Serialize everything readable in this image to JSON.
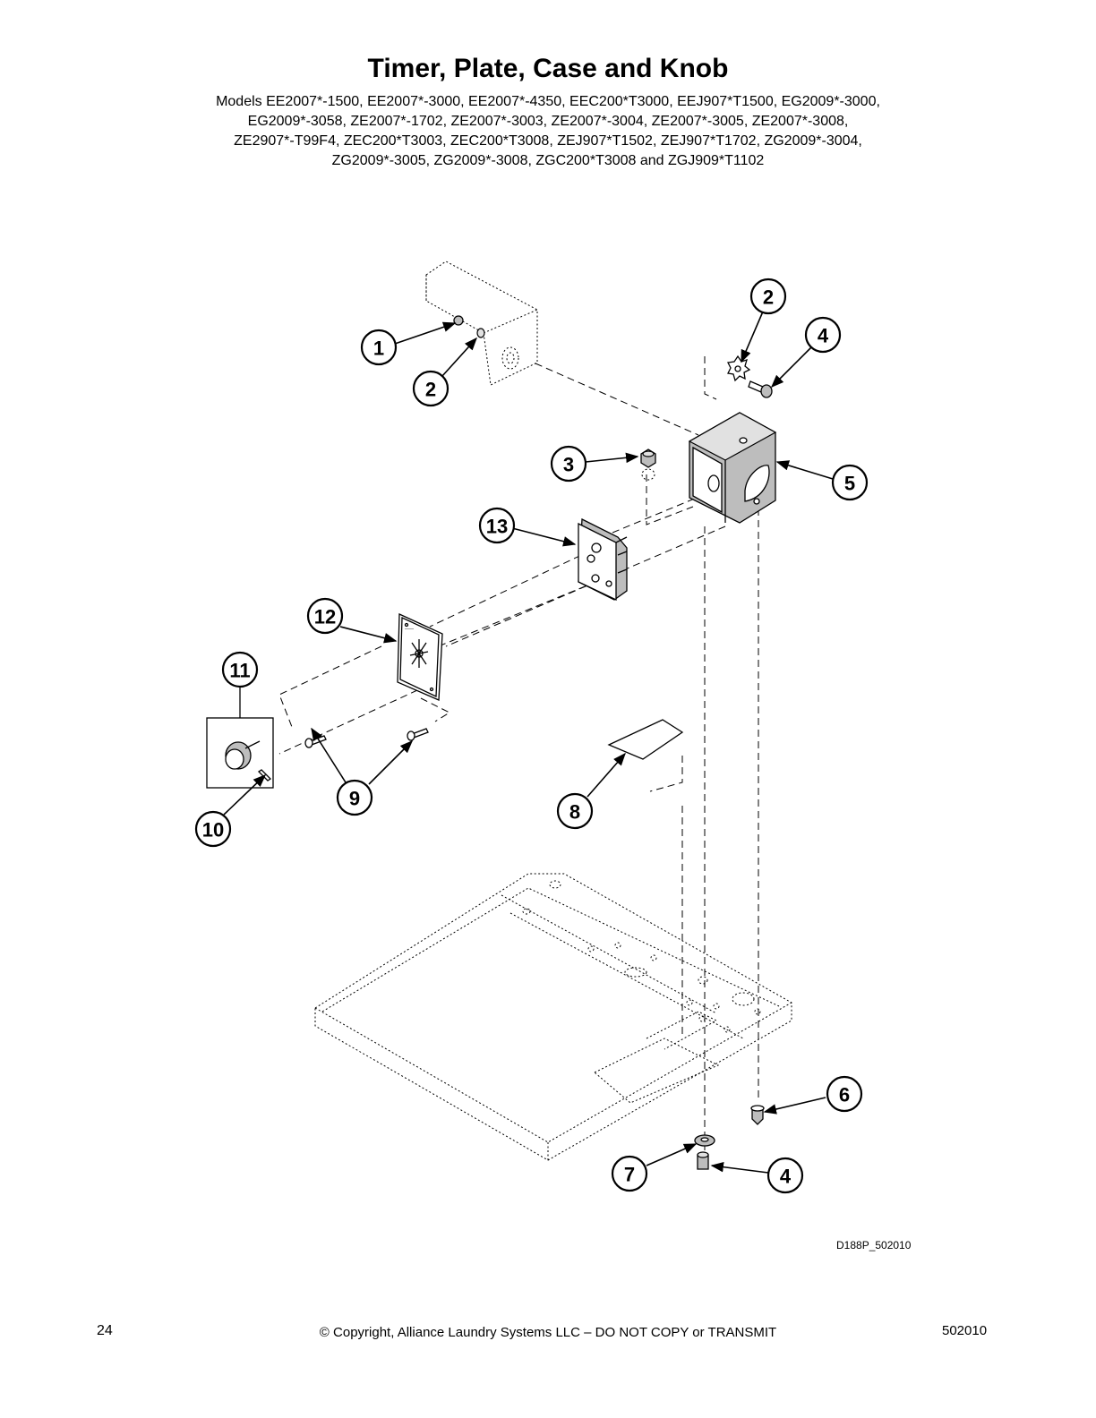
{
  "header": {
    "title": "Timer, Plate, Case and Knob",
    "models_lines": [
      "Models EE2007*-1500, EE2007*-3000, EE2007*-4350, EEC200*T3000, EEJ907*T1500, EG2009*-3000,",
      "EG2009*-3058, ZE2007*-1702, ZE2007*-3003, ZE2007*-3004, ZE2007*-3005, ZE2007*-3008,",
      "ZE2907*-T99F4, ZEC200*T3003, ZEC200*T3008, ZEJ907*T1502, ZEJ907*T1702, ZG2009*-3004,",
      "ZG2009*-3005, ZG2009*-3008, ZGC200*T3008 and ZGJ909*T1102"
    ]
  },
  "diagram": {
    "callouts": [
      "1",
      "2",
      "2",
      "4",
      "3",
      "5",
      "13",
      "12",
      "11",
      "9",
      "10",
      "8",
      "6",
      "7",
      "4"
    ],
    "drawing_ref": "D188P_502010"
  },
  "footer": {
    "page_number": "24",
    "copyright": "© Copyright, Alliance Laundry Systems LLC – DO NOT COPY or TRANSMIT",
    "doc_number": "502010"
  }
}
